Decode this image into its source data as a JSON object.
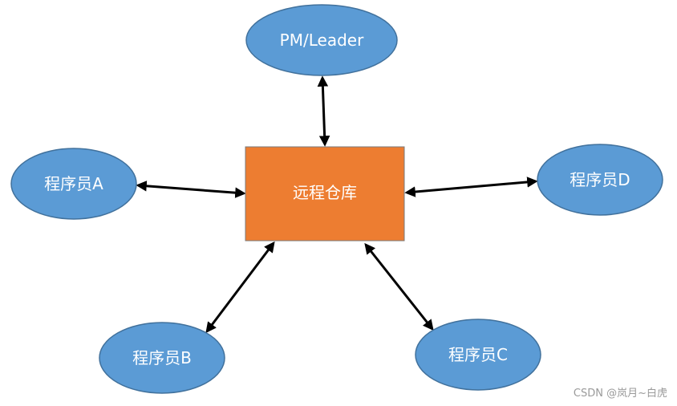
{
  "nodes": {
    "pm": "PM/Leader",
    "repo": "远程仓库",
    "dev_a": "程序员A",
    "dev_b": "程序员B",
    "dev_c": "程序员C",
    "dev_d": "程序员D"
  },
  "edges": [
    {
      "from": "pm",
      "to": "repo",
      "bidirectional": true
    },
    {
      "from": "dev_a",
      "to": "repo",
      "bidirectional": true
    },
    {
      "from": "dev_d",
      "to": "repo",
      "bidirectional": true
    },
    {
      "from": "dev_b",
      "to": "repo",
      "bidirectional": true
    },
    {
      "from": "dev_c",
      "to": "repo",
      "bidirectional": true
    }
  ],
  "colors": {
    "ellipse_fill": "#5b9bd5",
    "repo_fill": "#ed7d31",
    "arrow": "#000000"
  },
  "watermark": "CSDN @岚月~白虎"
}
